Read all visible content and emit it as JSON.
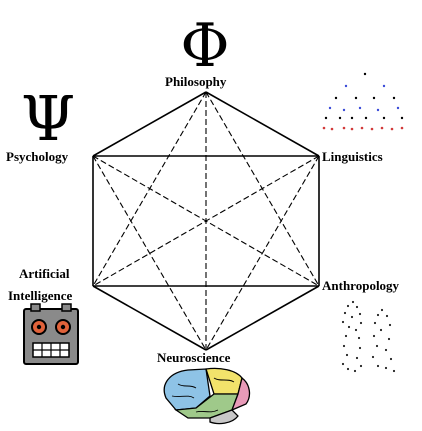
{
  "nodes": {
    "philosophy": {
      "label": "Philosophy",
      "symbol": "Φ",
      "icon": "phi-symbol-icon"
    },
    "linguistics": {
      "label": "Linguistics",
      "icon": "syntax-tree-icon"
    },
    "anthropology": {
      "label": "Anthropology",
      "icon": "human-figures-icon"
    },
    "neuroscience": {
      "label": "Neuroscience",
      "icon": "brain-icon"
    },
    "ai": {
      "label_line1": "Artificial",
      "label_line2": "Intelligence",
      "icon": "robot-face-icon"
    },
    "psychology": {
      "label": "Psychology",
      "symbol": "Ψ",
      "icon": "psi-symbol-icon"
    }
  },
  "edges": {
    "solid": [
      [
        "philosophy",
        "linguistics"
      ],
      [
        "linguistics",
        "anthropology"
      ],
      [
        "anthropology",
        "neuroscience"
      ],
      [
        "neuroscience",
        "ai"
      ],
      [
        "ai",
        "psychology"
      ],
      [
        "psychology",
        "philosophy"
      ],
      [
        "psychology",
        "linguistics"
      ],
      [
        "ai",
        "anthropology"
      ]
    ],
    "dashed": [
      [
        "philosophy",
        "anthropology"
      ],
      [
        "philosophy",
        "ai"
      ],
      [
        "linguistics",
        "neuroscience"
      ],
      [
        "linguistics",
        "ai"
      ],
      [
        "psychology",
        "neuroscience"
      ],
      [
        "psychology",
        "anthropology"
      ],
      [
        "philosophy",
        "neuroscience"
      ]
    ]
  },
  "colors": {
    "line": "#000000",
    "robot_body": "#8a8a8a",
    "robot_eyes": "#e0623a",
    "brain_blue": "#8ec3e6",
    "brain_yellow": "#f2e36b",
    "brain_green": "#9fc98a",
    "brain_pink": "#e89ab8",
    "brain_grey": "#c8c8c8"
  }
}
